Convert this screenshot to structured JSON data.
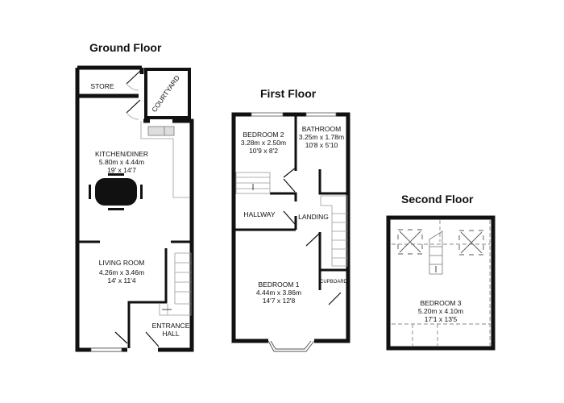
{
  "floors": {
    "ground": {
      "title": "Ground Floor",
      "rooms": {
        "store": {
          "name": "STORE"
        },
        "courtyard": {
          "name": "COURTYARD"
        },
        "kitchen": {
          "name": "KITCHEN/DINER",
          "metric": "5.80m x 4.44m",
          "imperial": "19' x 14'7"
        },
        "living": {
          "name": "LIVING ROOM",
          "metric": "4.26m x 3.46m",
          "imperial": "14' x 11'4"
        },
        "entrance": {
          "name": "ENTRANCE",
          "name2": "HALL"
        }
      }
    },
    "first": {
      "title": "First Floor",
      "rooms": {
        "bedroom2": {
          "name": "BEDROOM 2",
          "metric": "3.28m x 2.50m",
          "imperial": "10'9 x 8'2"
        },
        "bathroom": {
          "name": "BATHROOM",
          "metric": "3.25m x 1.78m",
          "imperial": "10'8 x 5'10"
        },
        "hallway": {
          "name": "HALLWAY"
        },
        "landing": {
          "name": "LANDING"
        },
        "bedroom1": {
          "name": "BEDROOM 1",
          "metric": "4.44m x 3.86m",
          "imperial": "14'7 x 12'8"
        },
        "cupboard": {
          "name": "CUPBOARD"
        }
      }
    },
    "second": {
      "title": "Second Floor",
      "rooms": {
        "bedroom3": {
          "name": "BEDROOM 3",
          "metric": "5.20m x 4.10m",
          "imperial": "17'1 x 13'5"
        }
      }
    }
  },
  "colors": {
    "wall": "#111111",
    "fixture": "#999999",
    "background": "#ffffff"
  }
}
